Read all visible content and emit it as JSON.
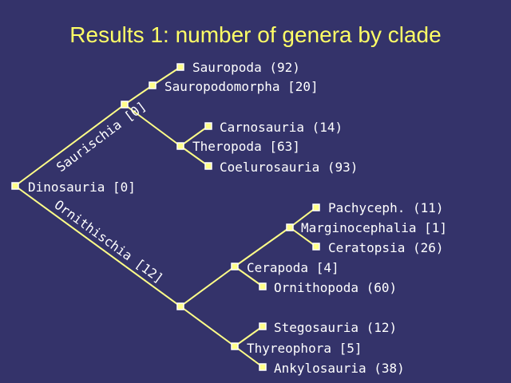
{
  "title": "Results 1: number of genera by clade",
  "root": "Dinosauria [0]",
  "saurischia": "Saurischia [0]",
  "ornithischia": "Ornithischia [12]",
  "sauropodomorpha": "Sauropodomorpha [20]",
  "sauropoda": "Sauropoda (92)",
  "theropoda": "Theropoda [63]",
  "carnosauria": "Carnosauria (14)",
  "coelurosauria": "Coelurosauria (93)",
  "cerapoda": "Cerapoda [4]",
  "marginocephalia": "Marginocephalia [1]",
  "pachyceph": "Pachyceph. (11)",
  "ceratopsia": "Ceratopsia (26)",
  "ornithopoda": "Ornithopoda (60)",
  "thyreophora": "Thyreophora [5]",
  "stegosauria": "Stegosauria (12)",
  "ankylosauria": "Ankylosauria (38)"
}
